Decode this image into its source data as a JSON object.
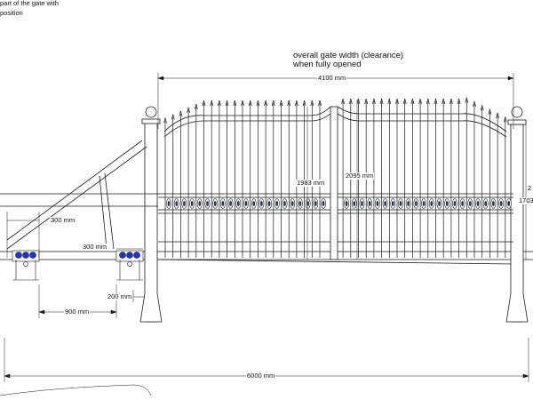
{
  "header": {
    "cut_text_line1": "part of the gate with",
    "cut_text_line2": "position"
  },
  "title": {
    "line1": "overall gate width (clearance)",
    "line2": "when fully opened"
  },
  "dimensions": {
    "gate_width": "4100 mm",
    "total_width": "6000 mm",
    "track_spacing": "900 mm",
    "track_offset": "300 mm",
    "roller_offset": "300 mm",
    "post_offset": "200 mm",
    "height_low": "1983 mm",
    "height_high": "2095 mm",
    "right_height": "1703",
    "right_cut": "2"
  },
  "colors": {
    "roller": "#2233cc",
    "line": "#1a1a1a"
  },
  "icons": {
    "finial": "ball-finial-icon",
    "wheel": "guide-roller-icon"
  }
}
